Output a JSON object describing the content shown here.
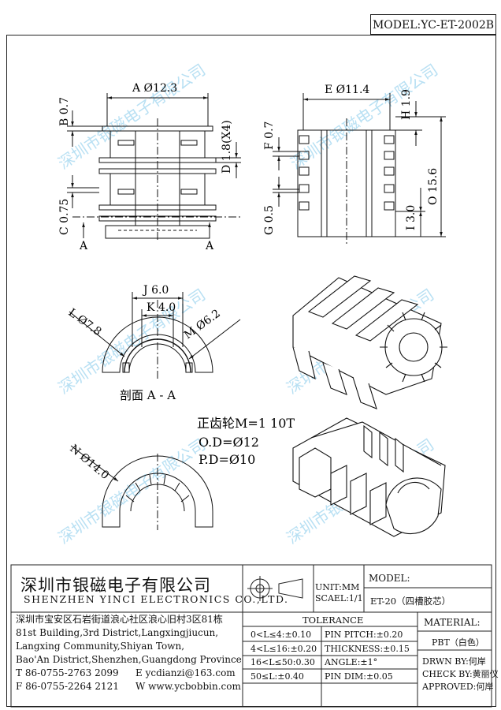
{
  "model_label": "MODEL:YC-ET-2002B",
  "dimensions": {
    "A": "A Ø12.3",
    "B": "B 0.7",
    "C": "C 0.75",
    "D": "D 1.8(X4)",
    "E": "E Ø11.4",
    "F": "F 0.7",
    "G": "G 0.5",
    "H": "H 1.9",
    "I": "I 3.0",
    "O": "O 15.6",
    "J": "J 6.0",
    "K": "K 4.0",
    "L": "L Ø7.8",
    "M": "M Ø6.2",
    "N": "N Ø14.0",
    "section_marker": "A",
    "section_label": "剖面 A - A"
  },
  "gear": {
    "line1": "正齿轮M=1 10T",
    "line2": "O.D=Ø12",
    "line3": "P.D=Ø10"
  },
  "watermark": "深圳市银磁电子有限公司",
  "title_block": {
    "company_cn": "深圳市银磁电子有限公司",
    "company_en": "SHENZHEN YINCI ELECTRONICS CO.,LTD.",
    "address": [
      "深圳市宝安区石岩街道浪心社区浪心旧村3区81栋",
      "81st Building,3rd District,Langxingjiucun,",
      "Langxing Community,Shiyan Town,",
      "Bao'An District,Shenzhen,Guangdong Province"
    ],
    "phone": "T 86-0755-2763 2099",
    "email": "E ycdianzi@163.com",
    "fax": "F 86-0755-2264 2121",
    "web": "W www.ycbobbin.com",
    "unit": "UNIT:MM",
    "scale": "SCAEL:1/1",
    "model_header": "MODEL:",
    "model_value": "ET-20（四槽胶芯）",
    "tolerance_title": "TOLERANCE",
    "tolerances": [
      "0<L≤4:±0.10",
      "4<L≤16:±0.20",
      "16<L≤50:0.30",
      "50≤L:±0.40"
    ],
    "pin_specs": [
      "PIN PITCH:±0.20",
      "THICKNESS:±0.15",
      "ANGLE:±1°",
      "PIN DIM:±0.05"
    ],
    "material_header": "MATERIAL:",
    "material_value": "PBT（白色）",
    "drawn_by": "DRWN BY:何岸",
    "checked_by": "CHECK BY:黄丽仪",
    "approved_by": "APPROVED:何岸"
  }
}
